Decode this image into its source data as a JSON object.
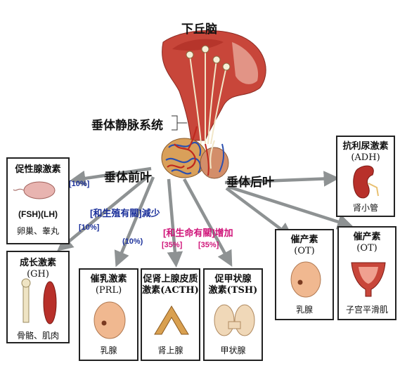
{
  "title": "下丘脑",
  "labels": {
    "portal_system": "垂体静脉系统",
    "anterior": "垂体前叶",
    "posterior": "垂体后叶"
  },
  "notes": {
    "reproductive": "[和生殖有關]減少",
    "life": "[和生命有關]增加"
  },
  "percents": {
    "fsh_lh": "[10%]",
    "gh": "[10%]",
    "prl": "(10%)",
    "acth": "[35%]",
    "tsh": "[35%]"
  },
  "boxes": {
    "fsh": {
      "title": "促性腺激素",
      "sub": "(FSH)(LH)",
      "target": "卵巢、睾丸"
    },
    "gh": {
      "title": "成长激素",
      "abbr": "(GH)",
      "target": "骨骼、肌肉"
    },
    "prl": {
      "title": "催乳激素",
      "abbr": "(PRL)",
      "target": "乳腺"
    },
    "acth": {
      "title1": "促肾上腺皮质",
      "title2": "激素(ACTH)",
      "target": "肾上腺"
    },
    "tsh": {
      "title1": "促甲状腺",
      "title2": "激素(TSH)",
      "target": "甲状腺"
    },
    "adh": {
      "title": "抗利尿激素",
      "abbr": "(ADH)",
      "target": "肾小管"
    },
    "ot1": {
      "title": "催产素",
      "abbr": "(OT)",
      "target": "乳腺"
    },
    "ot2": {
      "title": "催产素",
      "abbr": "(OT)",
      "target": "子宫平滑肌"
    }
  },
  "colors": {
    "arrow": "#8e9293",
    "blue_text": "#1a2f9a",
    "magenta_text": "#d0157a",
    "tissue": "#c8463a",
    "gland": "#d9a05a"
  }
}
